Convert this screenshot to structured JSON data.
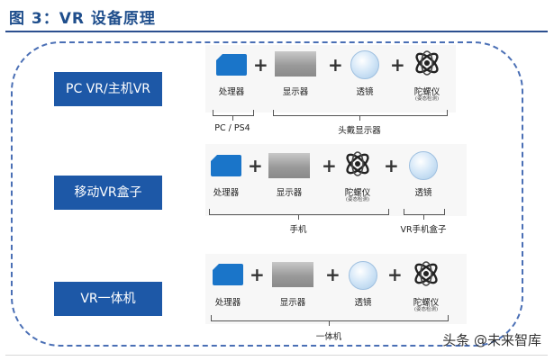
{
  "figure": {
    "title": "图 3：VR 设备原理"
  },
  "components": {
    "processor": "处理器",
    "display": "显示器",
    "lens": "透镜",
    "gyro": "陀螺仪",
    "gyro_sub": "(姿态检测)"
  },
  "rows": [
    {
      "label": "PC VR/主机VR",
      "groups": [
        "PC / PS4",
        "头戴显示器"
      ]
    },
    {
      "label": "移动VR盒子",
      "groups": [
        "手机",
        "VR手机盒子"
      ]
    },
    {
      "label": "VR一体机",
      "groups": [
        "一体机"
      ]
    }
  ],
  "watermark": "头条 @未来智库",
  "icons": [
    "processor-chip-icon",
    "display-panel-icon",
    "lens-icon",
    "gyroscope-icon"
  ]
}
